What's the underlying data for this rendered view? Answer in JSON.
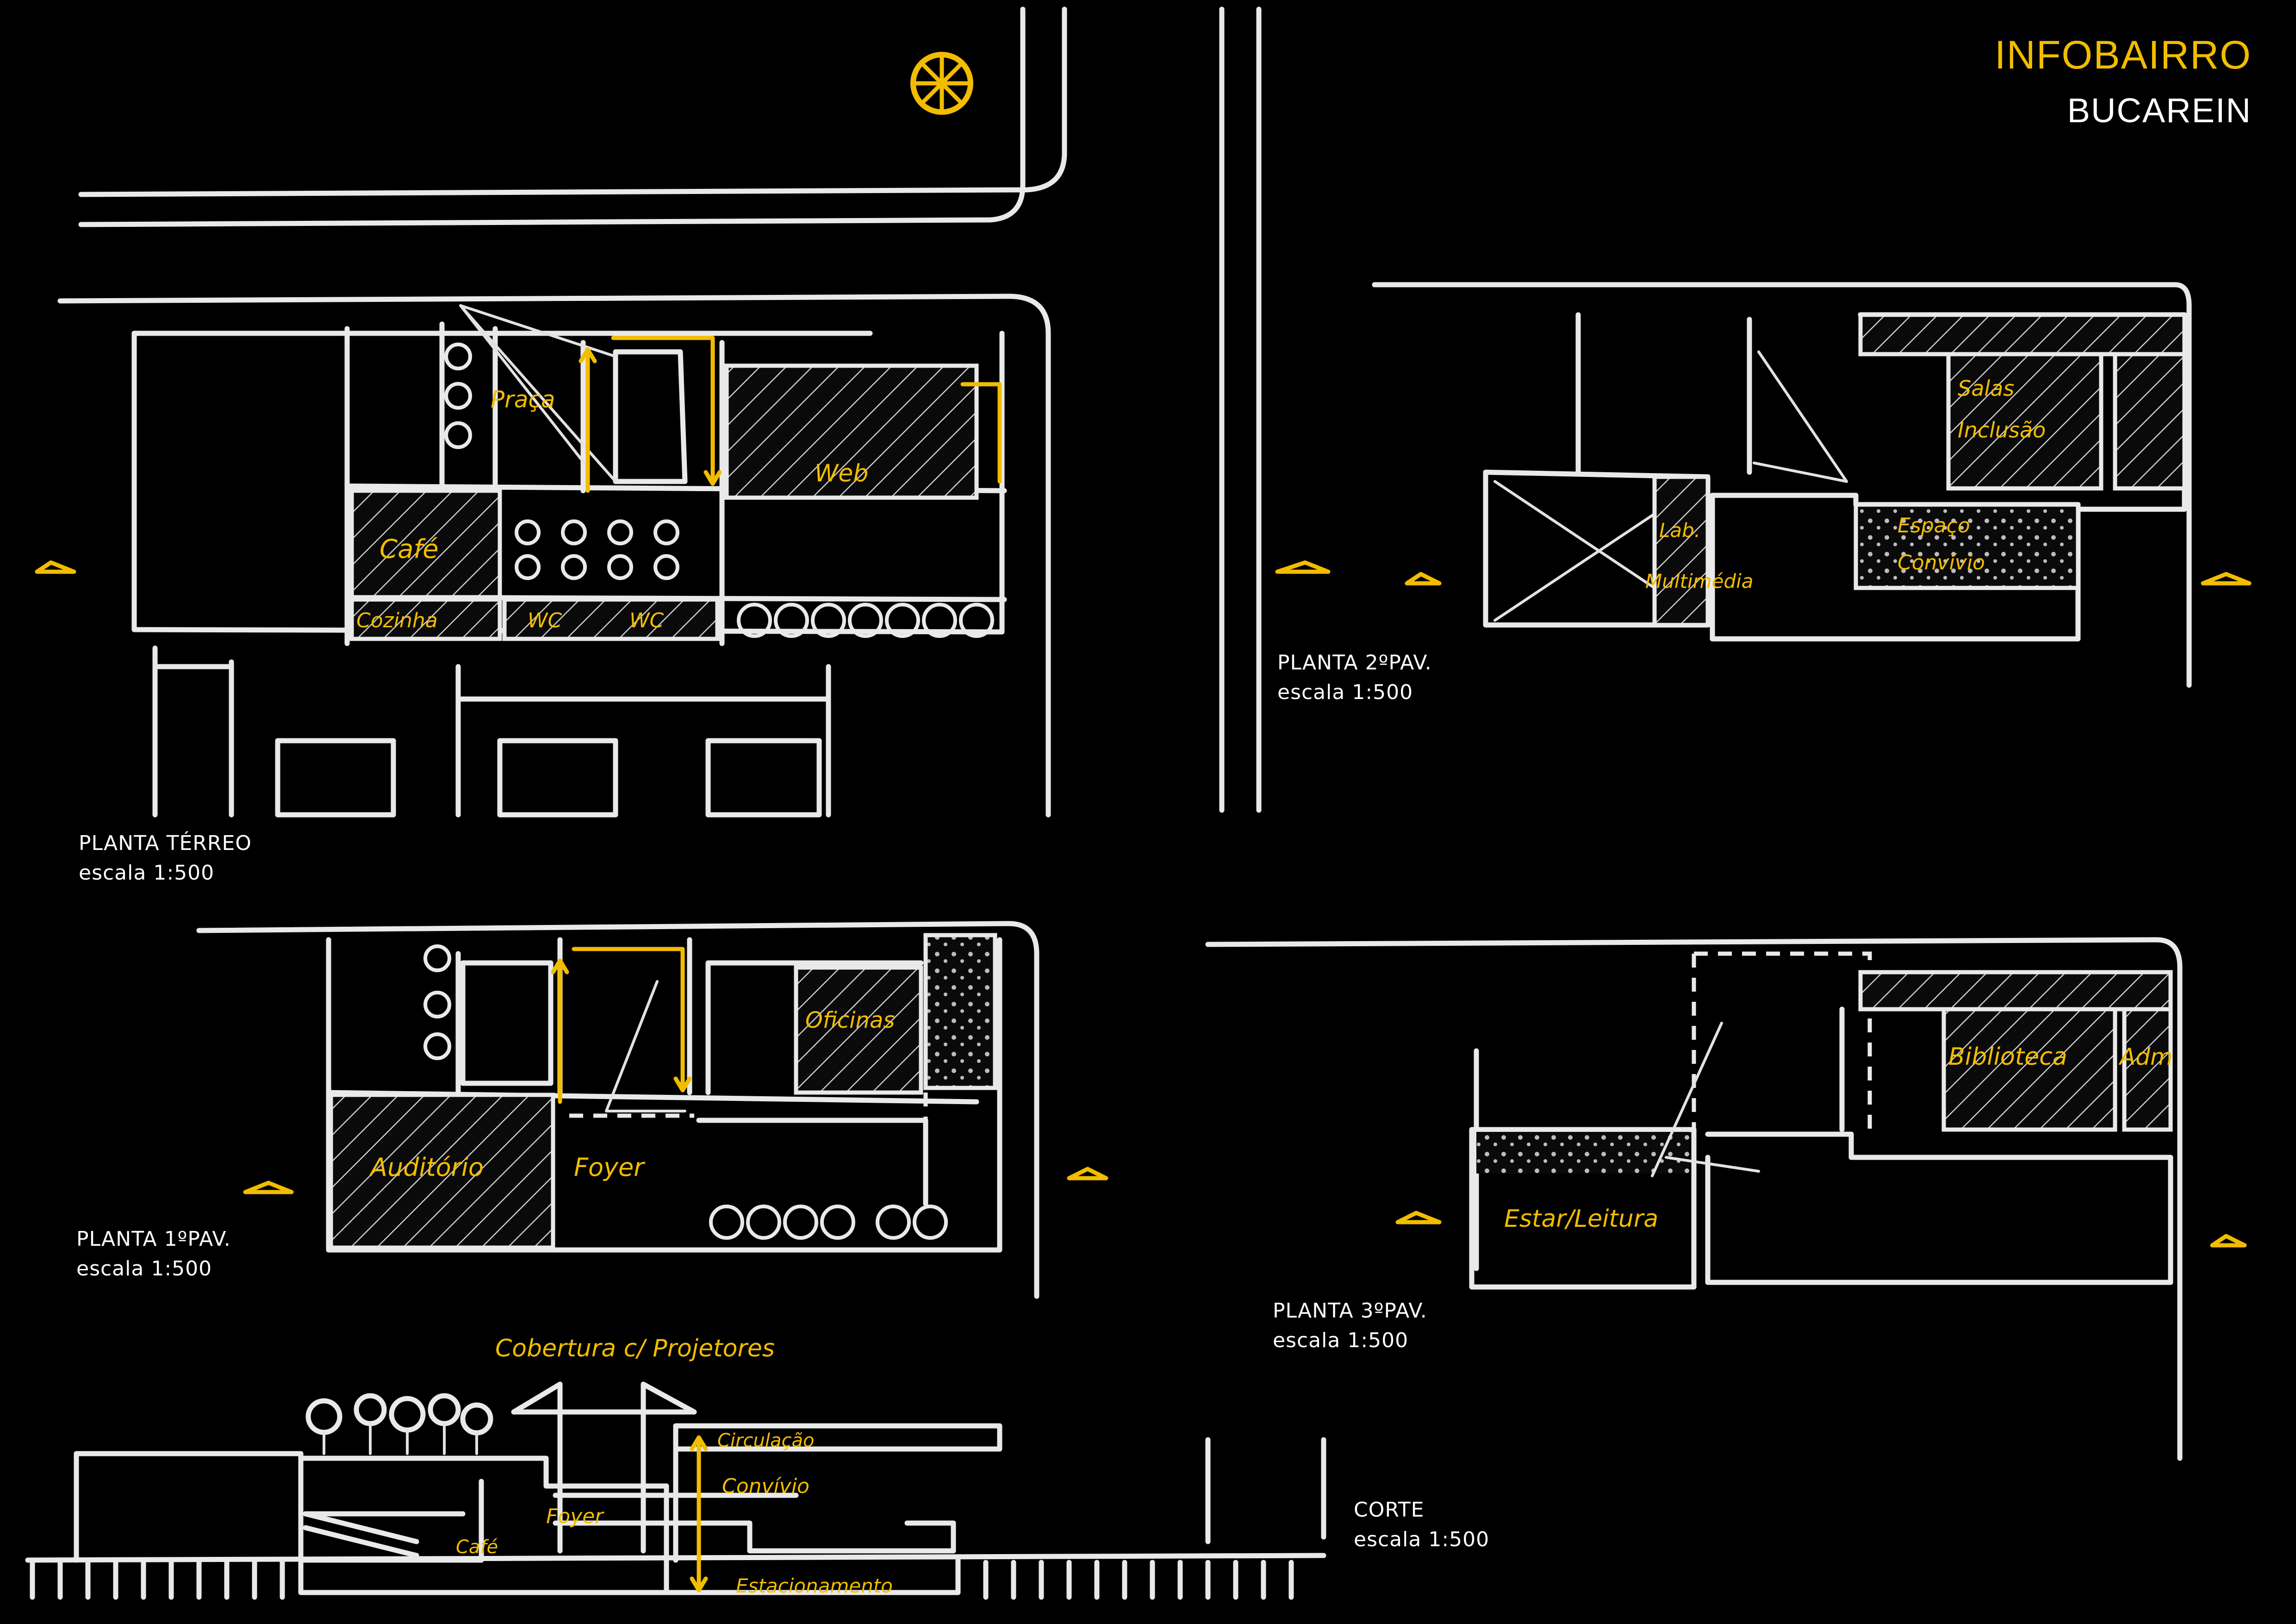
{
  "brand": {
    "title": "INFOBAIRRO",
    "subtitle": "BUCAREIN"
  },
  "colors": {
    "background": "#000000",
    "line": "#e9e9e9",
    "accent": "#f2bd00"
  },
  "icons": {
    "north_arrow": "compass-rose-icon"
  },
  "plans": {
    "terreo": {
      "title": "PLANTA TÉRREO",
      "scale": "escala 1:500",
      "labels": {
        "praca": "Praça",
        "cafe": "Café",
        "web": "Web",
        "cozinha": "Cozinha",
        "wc1": "WC",
        "wc2": "WC"
      }
    },
    "pav1": {
      "title": "PLANTA 1ºPAV.",
      "scale": "escala 1:500",
      "labels": {
        "auditorio": "Auditório",
        "foyer": "Foyer",
        "oficinas": "Oficinas"
      }
    },
    "pav2": {
      "title": "PLANTA 2ºPAV.",
      "scale": "escala 1:500",
      "labels": {
        "salas_1": "Salas",
        "salas_2": "Inclusão",
        "lab_1": "Lab.",
        "lab_2": "Multimédia",
        "espaco_1": "Espaço",
        "espaco_2": "Convívio"
      }
    },
    "pav3": {
      "title": "PLANTA 3ºPAV.",
      "scale": "escala 1:500",
      "labels": {
        "biblioteca": "Biblioteca",
        "adm": "Adm",
        "estar": "Estar/Leitura"
      }
    }
  },
  "section": {
    "title": "CORTE",
    "scale": "escala 1:500",
    "labels": {
      "cobertura": "Cobertura c/ Projetores",
      "circulacao": "Circulação",
      "convivio": "Convívio",
      "foyer": "Foyer",
      "cafe": "Café",
      "estacionamento": "Estacionamento"
    }
  }
}
